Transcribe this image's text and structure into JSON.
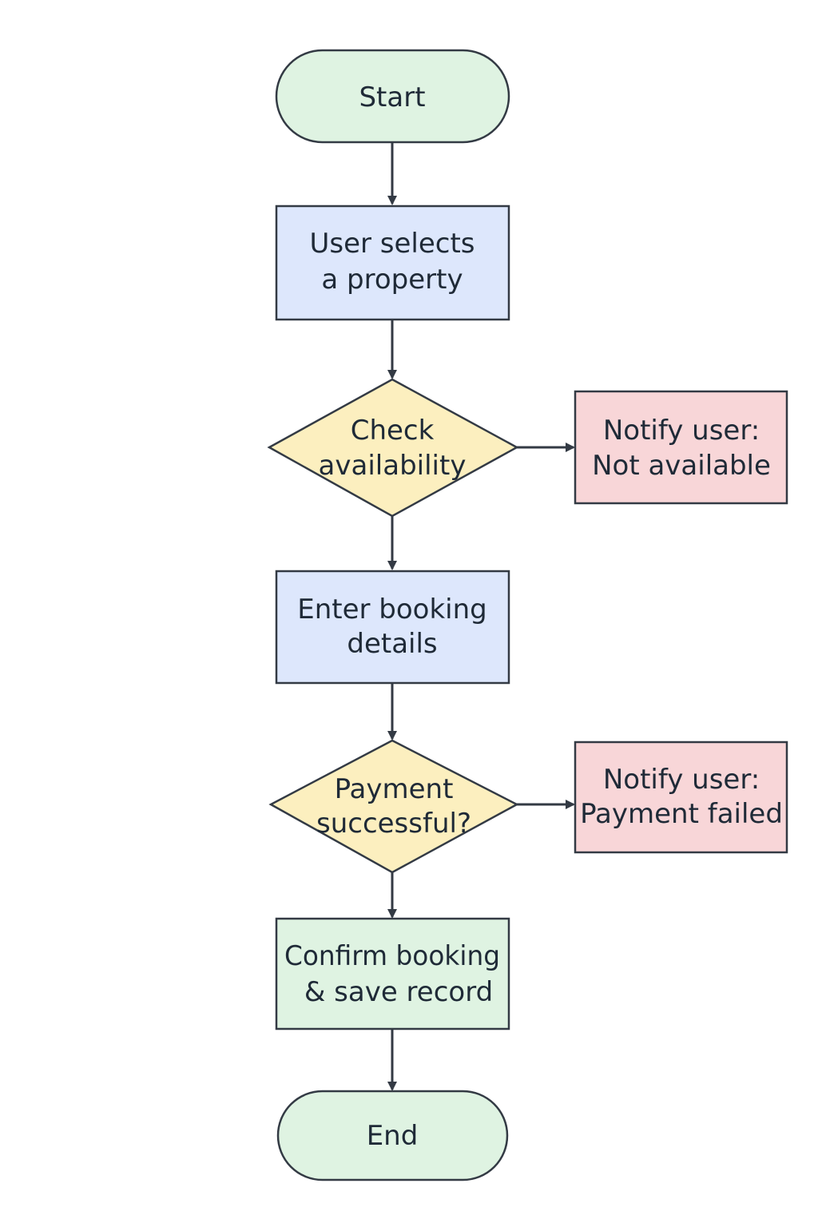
{
  "diagram": {
    "colors": {
      "terminal": "#dff3e2",
      "process": "#dde7fc",
      "decision": "#fcefbf",
      "error": "#f8d6d8",
      "confirm": "#dff3e2",
      "stroke": "#333a44"
    },
    "nodes": {
      "start": {
        "label": "Start"
      },
      "select_property": {
        "line1": "User selects",
        "line2": "a property"
      },
      "check_availability": {
        "line1": "Check",
        "line2": "availability"
      },
      "notify_not_available": {
        "line1": "Notify user:",
        "line2": "Not available"
      },
      "enter_details": {
        "line1": "Enter booking",
        "line2": "details"
      },
      "payment_successful": {
        "line1": "Payment",
        "line2": "successful?"
      },
      "notify_payment_failed": {
        "line1": "Notify user:",
        "line2": "Payment failed"
      },
      "confirm_booking": {
        "line1": "Confirm booking",
        "line2": "& save record"
      },
      "end": {
        "label": "End"
      }
    }
  }
}
